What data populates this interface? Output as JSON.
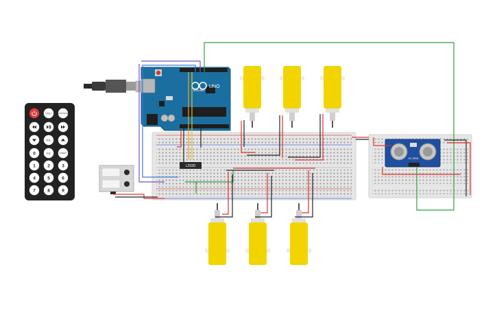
{
  "remote": {
    "buttons": [
      {
        "id": "power",
        "label": "",
        "icon": "power-icon"
      },
      {
        "id": "vol-up",
        "label": "VOL+",
        "icon": ""
      },
      {
        "id": "func-stop",
        "label": "FUNC/STOP",
        "icon": ""
      },
      {
        "id": "prev",
        "label": "",
        "icon": "previous-icon"
      },
      {
        "id": "play-pause",
        "label": "",
        "icon": "play-pause-icon"
      },
      {
        "id": "next",
        "label": "",
        "icon": "next-icon"
      },
      {
        "id": "down",
        "label": "",
        "icon": "down-arrow-icon"
      },
      {
        "id": "vol-down",
        "label": "VOL-",
        "icon": ""
      },
      {
        "id": "up",
        "label": "",
        "icon": "up-arrow-icon"
      },
      {
        "id": "zero",
        "label": "0",
        "icon": ""
      },
      {
        "id": "eq",
        "label": "EQ",
        "icon": ""
      },
      {
        "id": "st-rept",
        "label": "ST/REPT",
        "icon": ""
      },
      {
        "id": "one",
        "label": "1",
        "icon": ""
      },
      {
        "id": "two",
        "label": "2",
        "icon": ""
      },
      {
        "id": "three",
        "label": "3",
        "icon": ""
      },
      {
        "id": "four",
        "label": "4",
        "icon": ""
      },
      {
        "id": "five",
        "label": "5",
        "icon": ""
      },
      {
        "id": "six",
        "label": "6",
        "icon": ""
      },
      {
        "id": "seven",
        "label": "7",
        "icon": ""
      },
      {
        "id": "eight",
        "label": "8",
        "icon": ""
      },
      {
        "id": "nine",
        "label": "9",
        "icon": ""
      }
    ]
  },
  "arduino": {
    "brand": "ARDUINO",
    "model": "UNO"
  },
  "driver_chip": {
    "label": "L293D"
  },
  "sensor": {
    "label": "HC-SR04"
  },
  "colors": {
    "board_blue": "#1a6fa0",
    "motor_yellow": "#f2d500",
    "wire_red": "#e03030",
    "wire_black": "#222222",
    "wire_green": "#2ea043",
    "wire_purple": "#7c4fc0",
    "wire_orange": "#f0a020",
    "breadboard": "#e8e8e8"
  }
}
